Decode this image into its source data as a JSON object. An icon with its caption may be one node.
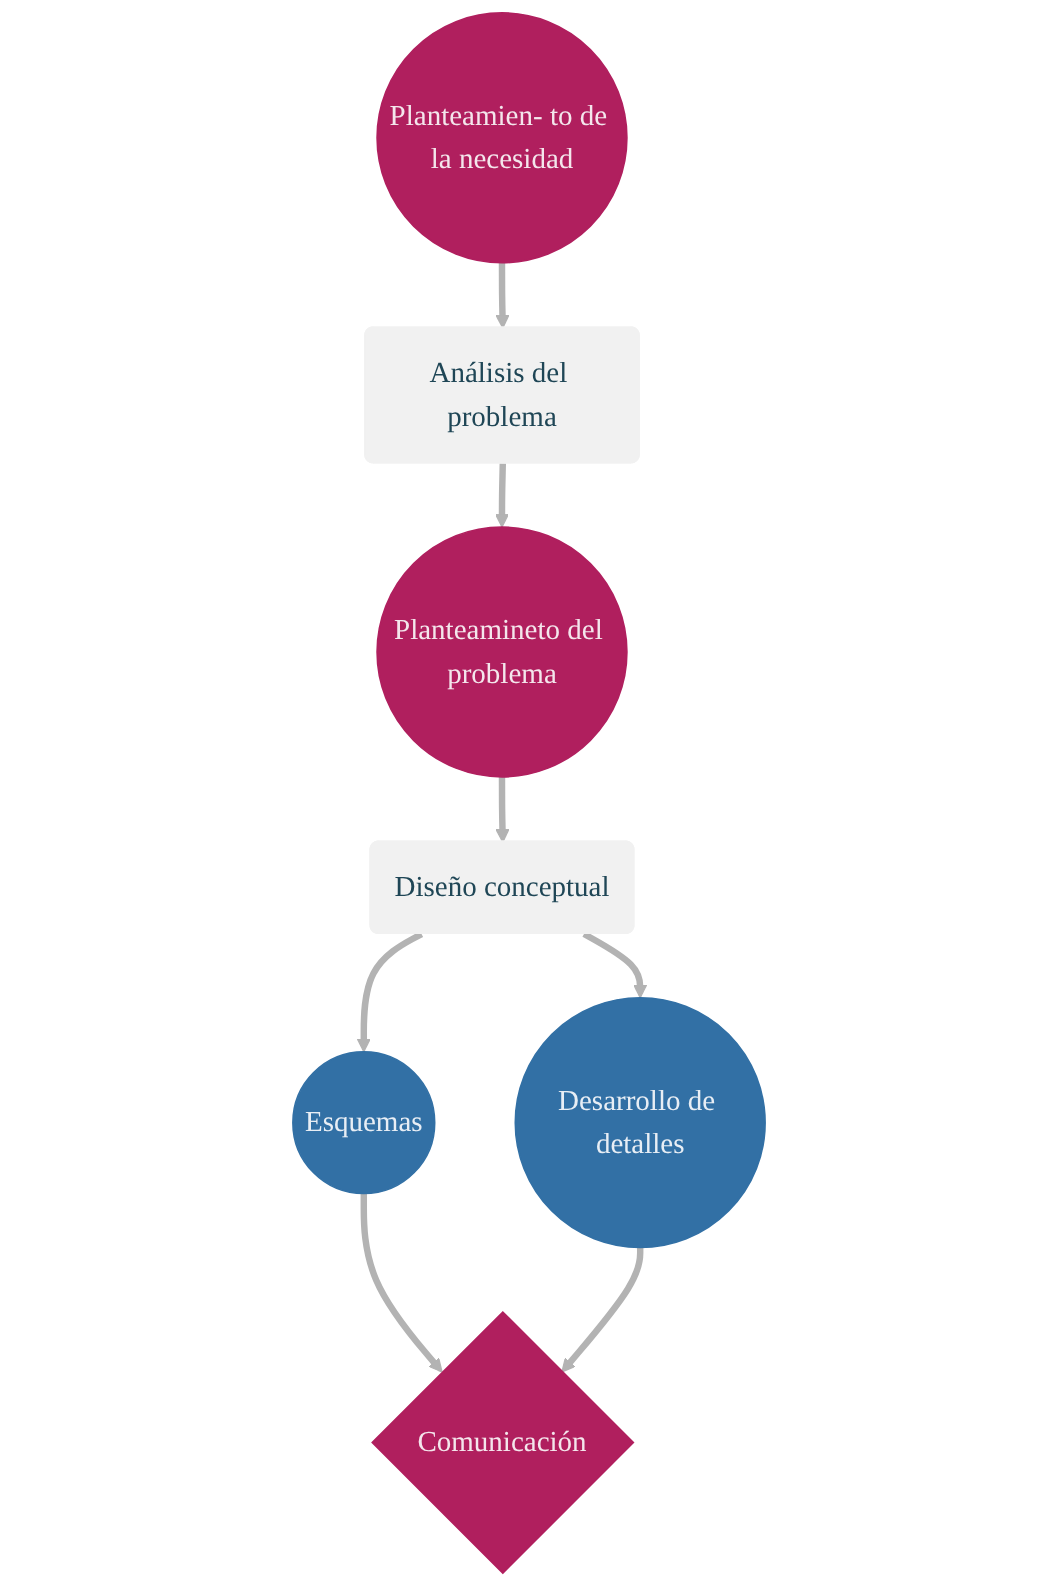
{
  "diagram": {
    "nodes": [
      {
        "text": [
          "Planteamien- to de la necesidad"
        ]
      },
      {
        "text": [
          "Análisis del problema"
        ]
      },
      {
        "text": [
          "Planteamineto del problema"
        ]
      },
      {
        "text": [
          "Diseño conceptual"
        ]
      },
      {
        "text": [
          "Esquemas"
        ]
      },
      {
        "text": [
          "Desarrollo de detalles"
        ]
      },
      {
        "text": [
          "Comunicación"
        ]
      }
    ],
    "edges": [
      {
        "from": 0,
        "to": 1,
        "arrow": "to"
      },
      {
        "from": 1,
        "to": 2,
        "arrow": "to"
      },
      {
        "from": 2,
        "to": 3,
        "arrow": "to"
      },
      {
        "from": 3,
        "to": 4,
        "arrow": "to"
      },
      {
        "from": 3,
        "to": 5,
        "arrow": "to"
      },
      {
        "from": 4,
        "to": 6,
        "arrow": "to"
      },
      {
        "from": 5,
        "to": 6,
        "arrow": "to"
      }
    ]
  }
}
